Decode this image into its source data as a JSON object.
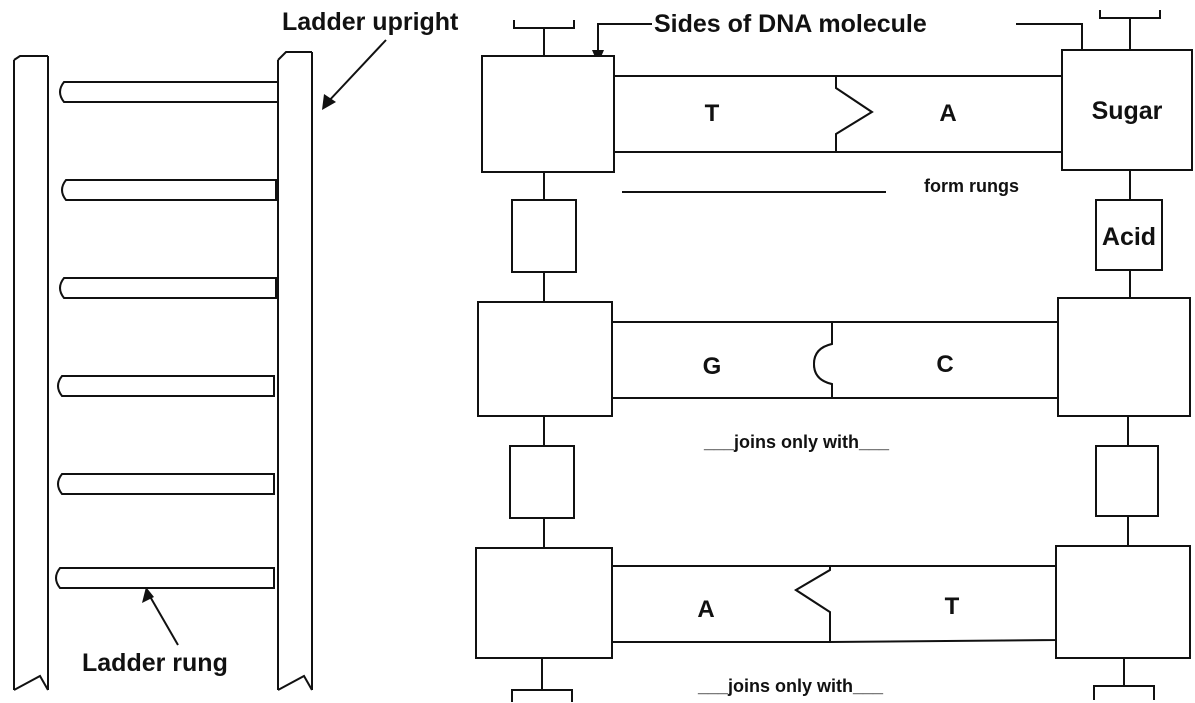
{
  "labels": {
    "ladder_upright": "Ladder upright",
    "ladder_rung": "Ladder rung",
    "sides_of_dna": "Sides of DNA molecule",
    "sugar": "Sugar",
    "acid": "Acid",
    "form_rungs": "form rungs",
    "joins_only_with_1": "___joins only with___",
    "joins_only_with_2": "___joins only with___"
  },
  "base_pairs": [
    {
      "left": "T",
      "right": "A"
    },
    {
      "left": "G",
      "right": "C"
    },
    {
      "left": "A",
      "right": "T"
    }
  ],
  "colors": {
    "ink": "#111111",
    "background": "#ffffff"
  }
}
